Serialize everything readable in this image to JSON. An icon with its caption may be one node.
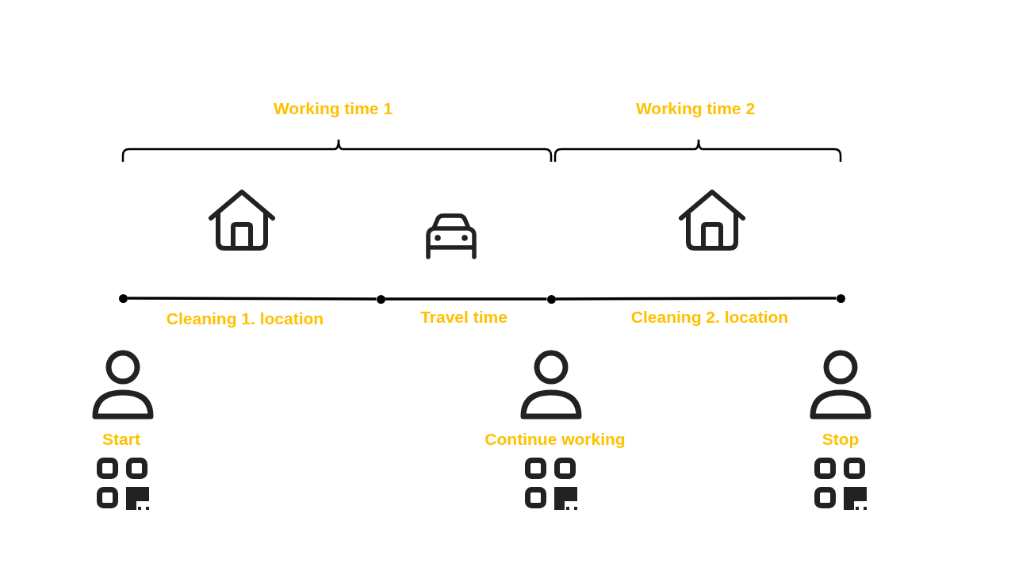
{
  "diagram": {
    "nodes": [
      {
        "text": [],
        "shape": "circle"
      },
      {
        "text": [],
        "shape": "circle"
      },
      {
        "text": [],
        "shape": "circle"
      },
      {
        "text": [],
        "shape": "circle"
      }
    ],
    "edges": [
      {
        "from": 0,
        "to": 1,
        "arrow": "none",
        "label": "Cleaning 1. location"
      },
      {
        "from": 1,
        "to": 2,
        "arrow": "none",
        "label": "Travel time"
      },
      {
        "from": 2,
        "to": 3,
        "arrow": "none",
        "label": "Cleaning 2. location"
      }
    ],
    "labels": [
      "Working time 1",
      "Working time 2",
      "Start",
      "Continue working",
      "Stop"
    ]
  }
}
